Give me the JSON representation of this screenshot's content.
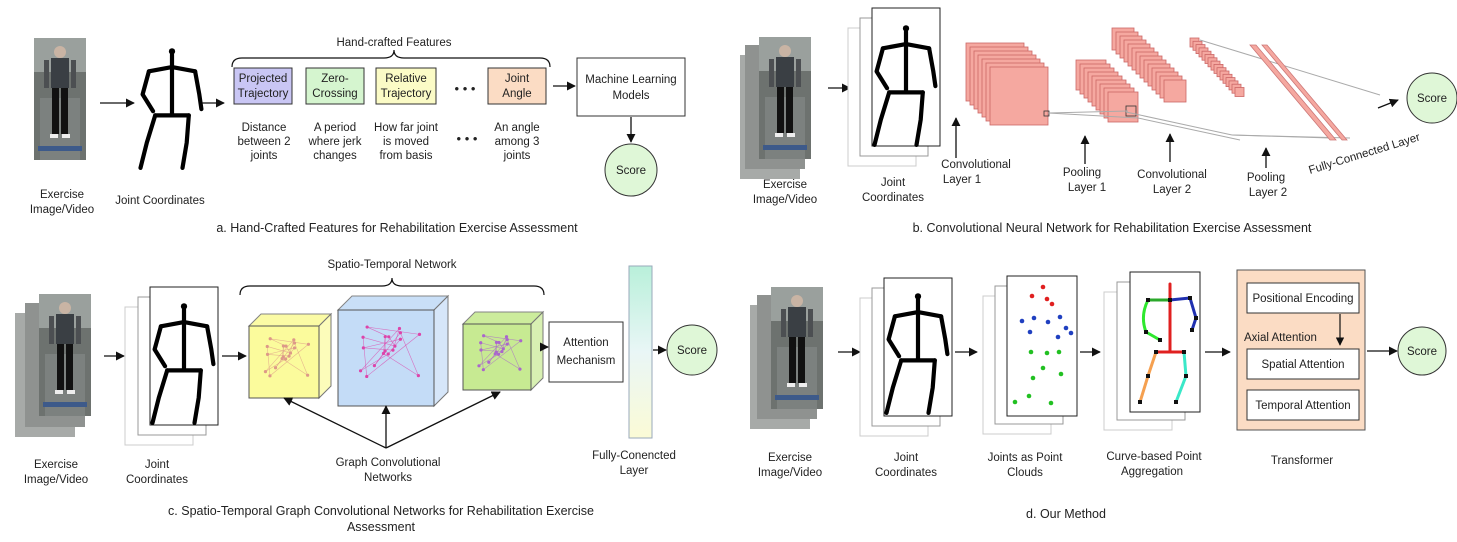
{
  "panel_a": {
    "input_label": [
      "Exercise",
      "Image/Video"
    ],
    "joints_label": "Joint Coordinates",
    "group_label": "Hand-crafted  Features",
    "features": [
      {
        "name": [
          "Projected",
          "Trajectory"
        ],
        "desc": [
          "Distance",
          "between 2",
          "joints"
        ],
        "color": "#c9c6f4"
      },
      {
        "name": [
          "Zero-",
          "Crossing"
        ],
        "desc": [
          "A period",
          "where jerk",
          "changes"
        ],
        "color": "#d5f5cf"
      },
      {
        "name": [
          "Relative",
          "Trajectory"
        ],
        "desc": [
          "How far joint",
          "is moved",
          "from basis"
        ],
        "color": "#fbfbc6"
      },
      {
        "name": [
          "Joint",
          "Angle"
        ],
        "desc": [
          "An angle",
          "among 3",
          "joints"
        ],
        "color": "#fbdcc4"
      }
    ],
    "ellipsis": "• • •",
    "ml_label": [
      "Machine Learning",
      "Models"
    ],
    "score": "Score",
    "caption": "a. Hand-Crafted Features for Rehabilitation Exercise Assessment"
  },
  "panel_b": {
    "input_label": [
      "Exercise",
      "Image/Video"
    ],
    "joints_label": [
      "Joint",
      "Coordinates"
    ],
    "conv1": [
      "Convolutional",
      "Layer 1"
    ],
    "pool1": [
      "Pooling",
      "Layer 1"
    ],
    "conv2": [
      "Convolutional",
      "Layer 2"
    ],
    "pool2": [
      "Pooling",
      "Layer 2"
    ],
    "fc": "Fully-Connected Layer",
    "score": "Score",
    "caption": "b. Convolutional Neural Network for Rehabilitation Exercise Assessment"
  },
  "panel_c": {
    "input_label": [
      "Exercise",
      "Image/Video"
    ],
    "joints_label": [
      "Joint",
      "Coordinates"
    ],
    "group_label": "Spatio-Temporal Network",
    "gcn_label": [
      "Graph Convolutional",
      "Networks"
    ],
    "attention": [
      "Attention",
      "Mechanism"
    ],
    "fc": [
      "Fully-Conencted",
      "Layer"
    ],
    "score": "Score",
    "caption": [
      "c. Spatio-Temporal Graph Convolutional Networks for Rehabilitation Exercise",
      "Assessment"
    ]
  },
  "panel_d": {
    "input_label": [
      "Exercise",
      "Image/Video"
    ],
    "joints_label": [
      "Joint",
      "Coordinates"
    ],
    "points_label": [
      "Joints as Point",
      "Clouds"
    ],
    "curve_label": [
      "Curve-based Point",
      "Aggregation"
    ],
    "pos_enc": "Positional Encoding",
    "axial": "Axial Attention",
    "spatial": "Spatial Attention",
    "temporal": "Temporal Attention",
    "transformer": "Transformer",
    "score": "Score",
    "caption": "d. Our Method"
  },
  "colors": {
    "score_fill": "#dff7d7",
    "conv_fill": "#f5a8a0",
    "transformer_fill": "#fbdcc4",
    "cube_yellow": "#fbfb9c",
    "cube_blue": "#c4dcf7",
    "cube_green": "#c7ea92"
  }
}
